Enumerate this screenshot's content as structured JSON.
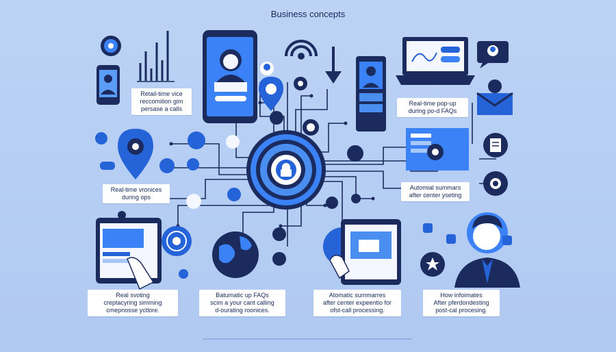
{
  "title": "Business concepts",
  "captions": {
    "recognition": [
      "Retail-time vice",
      "reccomition gim",
      "persase a calls"
    ],
    "popup": [
      "Real-time pop-up",
      "during po-d FAQs"
    ],
    "voices": [
      "Real-time vronices",
      "during ops"
    ],
    "summaries_top": [
      "Automial summars",
      "after center yseting"
    ],
    "real_scoring": [
      "Real svoting",
      "creptacyring simming",
      "cmepnosse yctlore."
    ],
    "faqs": [
      "Batumatic up FAQs",
      "scim a your cant calling",
      "d-ourating roonices."
    ],
    "summaries_bottom": [
      "Atomatic summarres",
      "after center expeentio for",
      "ofst-call processing."
    ],
    "informates": [
      "How infoimates",
      "After pferdondesting",
      "post-cal procesing."
    ]
  },
  "icons": [
    "phone-agent-icon",
    "bar-chart-icon",
    "hub-lock-icon",
    "laptop-chart-icon",
    "headset-agent-icon",
    "globe-icon",
    "settings-gear-icon",
    "email-agent-icon",
    "map-pin-icon",
    "tablet-touch-icon",
    "wifi-signal-icon",
    "download-arrow-icon",
    "radar-icon",
    "lightbulb-icon",
    "chat-bubble-icon"
  ],
  "colors": {
    "background": "#b4cdf3",
    "primary": "#2563d8",
    "navy": "#16285a",
    "accent": "#3b82f6",
    "white": "#ffffff"
  }
}
